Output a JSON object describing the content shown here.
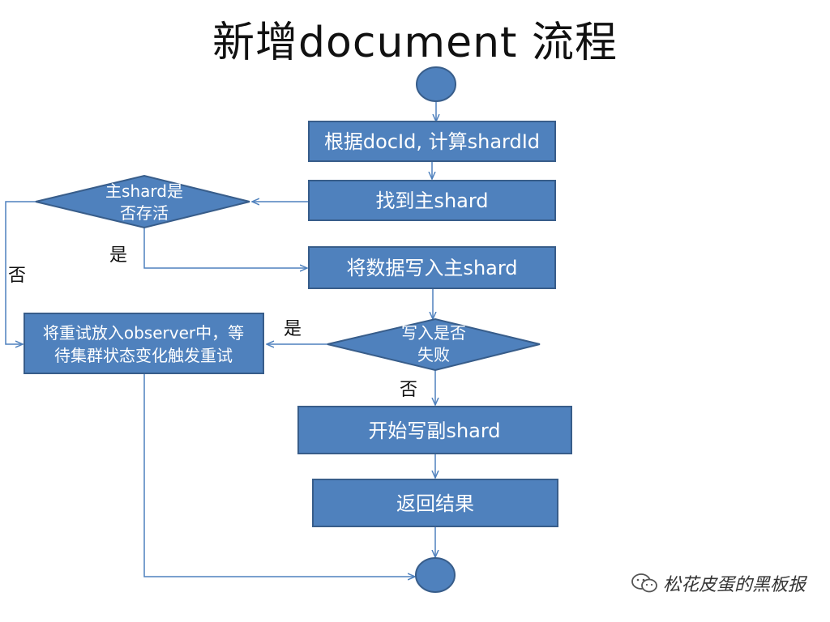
{
  "title": "新增document 流程",
  "nodes": {
    "compute_shard": "根据docId, 计算shardId",
    "find_primary": "找到主shard",
    "primary_alive": [
      "主shard是",
      "否存活"
    ],
    "write_primary": "将数据写入主shard",
    "write_failed": [
      "写入是否",
      "失败"
    ],
    "retry": [
      "将重试放入observer中，等",
      "待集群状态变化触发重试"
    ],
    "write_replica": "开始写副shard",
    "return_result": "返回结果"
  },
  "edge_labels": {
    "alive_yes": "是",
    "alive_no": "否",
    "failed_yes": "是",
    "failed_no": "否"
  },
  "colors": {
    "node_fill": "#4f81bd",
    "node_stroke": "#385d8a",
    "edge": "#4f81bd"
  },
  "watermark": {
    "icon": "wechat-icon",
    "text": "松花皮蛋的黑板报"
  }
}
